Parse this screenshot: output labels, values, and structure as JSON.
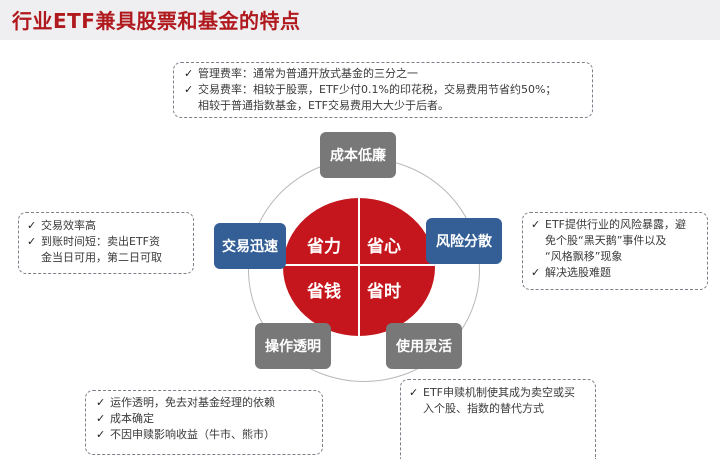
{
  "title": "行业ETF兼具股票和基金的特点",
  "colors": {
    "title": "#b01a1f",
    "core_red": "#c4161c",
    "tag_gray": "#787878",
    "tag_blue": "#335f96",
    "title_bar_bg": "#efeff1"
  },
  "center": {
    "quadrants": [
      "省力",
      "省心",
      "省钱",
      "省时"
    ]
  },
  "tags": {
    "top": "成本低廉",
    "left": "交易迅速",
    "right": "风险分散",
    "bottom_left": "操作透明",
    "bottom_right": "使用灵活"
  },
  "notes": {
    "top": {
      "items": [
        "管理费率：通常为普通开放式基金的三分之一",
        "交易费率：相较于股票，ETF少付0.1%的印花税，交易费用节省约50%；",
        "相较于普通指数基金，ETF交易费用大大少于后者。"
      ]
    },
    "left": {
      "items": [
        "交易效率高",
        "到账时间短：卖出ETF资",
        "金当日可用，第二日可取"
      ]
    },
    "right": {
      "items": [
        "ETF提供行业的风险暴露，避",
        "免个股“黑天鹅”事件以及",
        "“风格飘移”现象",
        "解决选股难题"
      ]
    },
    "bottom_left": {
      "items": [
        "运作透明，免去对基金经理的依赖",
        "成本确定",
        "不因申赎影响收益（牛市、熊市）"
      ]
    },
    "bottom_right": {
      "items": [
        "ETF申赎机制使其成为卖空或买",
        "入个股、指数的替代方式"
      ]
    }
  },
  "check_glyph": "✓"
}
